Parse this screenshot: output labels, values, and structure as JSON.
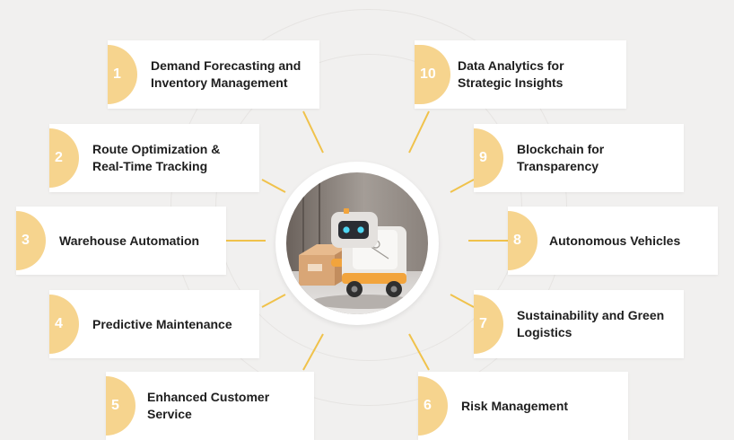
{
  "colors": {
    "accent": "#f6d48e",
    "connector": "#f0c24b",
    "card": "#ffffff",
    "background": "#f1f0ef"
  },
  "hub": {
    "image": "robot-carrying-box"
  },
  "items": [
    {
      "number": "1",
      "label": "Demand Forecasting and\nInventory Management"
    },
    {
      "number": "2",
      "label": "Route Optimization &\nReal-Time Tracking"
    },
    {
      "number": "3",
      "label": "Warehouse Automation"
    },
    {
      "number": "4",
      "label": "Predictive Maintenance"
    },
    {
      "number": "5",
      "label": "Enhanced Customer\nService"
    },
    {
      "number": "6",
      "label": "Risk Management"
    },
    {
      "number": "7",
      "label": "Sustainability and Green\nLogistics"
    },
    {
      "number": "8",
      "label": "Autonomous Vehicles"
    },
    {
      "number": "9",
      "label": "Blockchain for\nTransparency"
    },
    {
      "number": "10",
      "label": "Data Analytics for\nStrategic Insights"
    }
  ]
}
